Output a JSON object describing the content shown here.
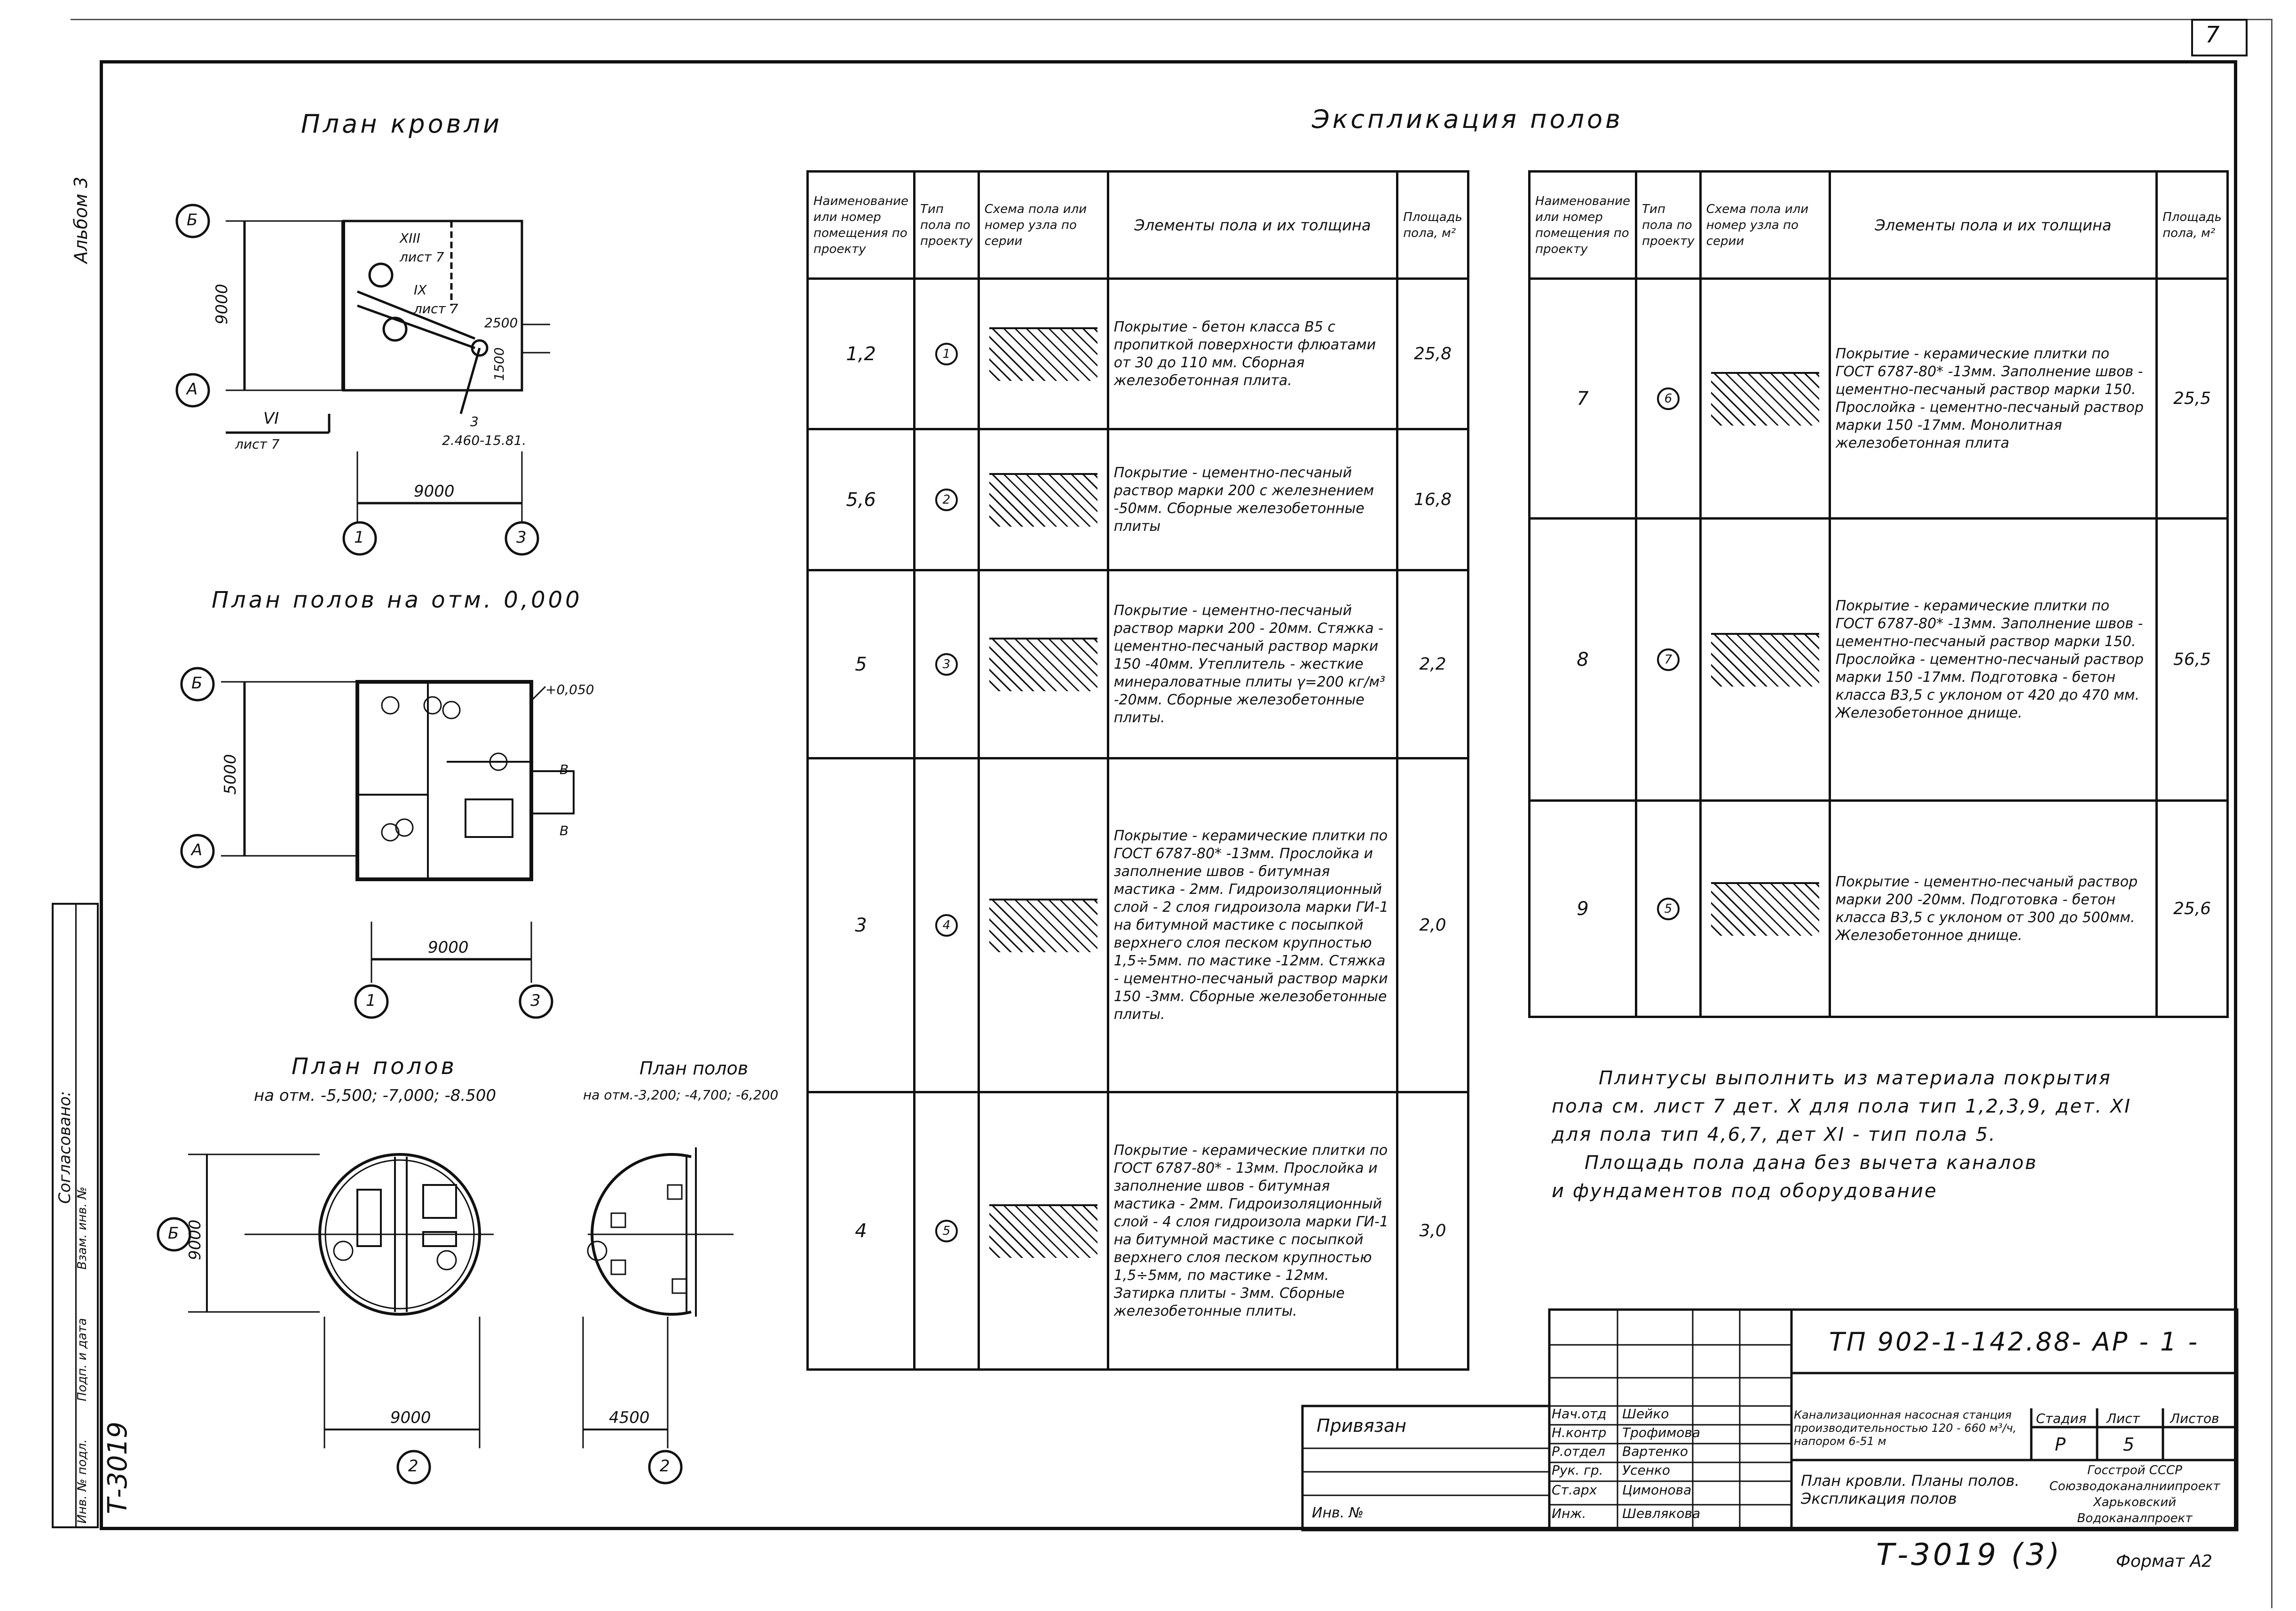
{
  "sheet": {
    "corner_number": "7",
    "album_label": "Альбом 3",
    "format_label": "Формат А2",
    "bottom_code": "Т-3019 (3)"
  },
  "roof_plan": {
    "title": "План кровли",
    "axis_b": "Б",
    "axis_a": "А",
    "axis_1": "1",
    "axis_3": "3",
    "dim_9000_v": "9000",
    "dim_9000_h": "9000",
    "callout_xiii": "XIII",
    "callout_ix": "IX",
    "list7a": "лист 7",
    "list7b": "лист 7",
    "dim_2500": "2500",
    "dim_1500": "1500",
    "section_vi": "VI",
    "list7c": "лист 7",
    "slope_num": "3",
    "slope_text": "2.460-15.81."
  },
  "floor_plan_zero": {
    "title": "План полов на отм. 0,000",
    "axis_b": "Б",
    "axis_a": "А",
    "axis_1": "1",
    "axis_3": "3",
    "dim_v": "5000",
    "dim_h": "9000",
    "level": "+0,050",
    "mark_b": "В",
    "mark_b2": "В"
  },
  "floor_plan_low1": {
    "title": "План полов",
    "subtitle": "на отм. -5,500; -7,000; -8.500",
    "axis_b": "Б",
    "axis_2": "2",
    "dim_9000": "9000",
    "dim_v": "9000"
  },
  "floor_plan_low2": {
    "title": "План полов",
    "subtitle": "на отм.-3,200; -4,700; -6,200",
    "axis_2": "2",
    "dim_4500": "4500"
  },
  "explication": {
    "title": "Экспликация полов",
    "headers": {
      "name": "Наименование или номер помещения по проекту",
      "type": "Тип пола по проекту",
      "scheme": "Схема пола или номер узла по серии",
      "elements": "Элементы пола и их толщина",
      "area": "Площадь пола, м²"
    },
    "left_rows": [
      {
        "name": "1,2",
        "type": "1",
        "elements": "Покрытие - бетон класса В5 с пропиткой поверхности флюатами от 30 до 110 мм. Сборная железобетонная плита.",
        "area": "25,8"
      },
      {
        "name": "5,6",
        "type": "2",
        "elements": "Покрытие - цементно-песчаный раствор марки 200 с железнением -50мм. Сборные железобетонные плиты",
        "area": "16,8"
      },
      {
        "name": "5",
        "type": "3",
        "elements": "Покрытие - цементно-песчаный раствор марки 200 - 20мм. Стяжка - цементно-песчаный раствор марки 150 -40мм. Утеплитель - жесткие минераловатные плиты γ=200 кг/м³ -20мм. Сборные железобетонные плиты.",
        "area": "2,2"
      },
      {
        "name": "3",
        "type": "4",
        "elements": "Покрытие - керамические плитки по ГОСТ 6787-80* -13мм. Прослойка и заполнение швов - битумная мастика - 2мм. Гидроизоляционный слой - 2 слоя гидроизола марки ГИ-1 на битумной мастике с посыпкой верхнего слоя песком крупностью 1,5÷5мм. по мастике -12мм. Стяжка - цементно-песчаный раствор марки 150 -3мм. Сборные железобетонные плиты.",
        "area": "2,0"
      },
      {
        "name": "4",
        "type": "5",
        "elements": "Покрытие - керамические плитки по ГОСТ 6787-80* - 13мм. Прослойка и заполнение швов - битумная мастика - 2мм. Гидроизоляционный слой - 4 слоя гидроизола марки ГИ-1 на битумной мастике с посыпкой верхнего слоя песком крупностью 1,5÷5мм, по мастике - 12мм. Затирка плиты - 3мм. Сборные железобетонные плиты.",
        "area": "3,0"
      }
    ],
    "right_rows": [
      {
        "name": "7",
        "type": "6",
        "elements": "Покрытие - керамические плитки по ГОСТ 6787-80* -13мм. Заполнение швов - цементно-песчаный раствор марки 150. Прослойка - цементно-песчаный раствор марки 150 -17мм. Монолитная железобетонная плита",
        "area": "25,5"
      },
      {
        "name": "8",
        "type": "7",
        "elements": "Покрытие - керамические плитки по ГОСТ 6787-80* -13мм. Заполнение швов - цементно-песчаный раствор марки 150. Прослойка - цементно-песчаный раствор марки 150 -17мм. Подготовка - бетон класса В3,5 с уклоном от 420 до 470 мм. Железобетонное днище.",
        "area": "56,5"
      },
      {
        "name": "9",
        "type": "5",
        "elements": "Покрытие - цементно-песчаный раствор марки 200 -20мм. Подготовка - бетон класса В3,5 с уклоном от 300 до 500мм. Железобетонное днище.",
        "area": "25,6"
      }
    ]
  },
  "notes": {
    "line1": "Плинтусы выполнить из материала покрытия",
    "line2": "пола см. лист 7 дет. X для пола тип 1,2,3,9, дет. XI",
    "line3": "для пола тип 4,6,7, дет XI - тип пола 5.",
    "line4": "Площадь пола дана без вычета каналов",
    "line5": "и фундаментов под оборудование"
  },
  "stamp": {
    "code": "ТП 902-1-142.88- АР - 1 -",
    "project": "Канализационная насосная станция производительностью 120 - 660 м³/ч, напором 6-51 м",
    "sheet_title": "План кровли. Планы полов. Экспликация полов",
    "stage_h": "Стадия",
    "sheet_h": "Лист",
    "sheets_h": "Листов",
    "stage": "Р",
    "sheet_no": "5",
    "org": "Госстрой СССР Союзводоканалниипроект Харьковский Водоканалпроект",
    "privyazan": "Привязан",
    "inv": "Инв. №",
    "roles": [
      "Нач.отд",
      "Н.контр",
      "Р.отдел",
      "Рук. гр.",
      "Ст.арх",
      "Инж."
    ],
    "names": [
      "Шейко",
      "Трофимова",
      "Вартенко",
      "Усенко",
      "Цимонова",
      "Шевлякова"
    ]
  },
  "left_strip": {
    "s1": "Согласовано:",
    "s2": "Т-3019",
    "s3": "Инв. № подл.",
    "s4": "Подп. и дата",
    "s5": "Взам. инв. №"
  }
}
